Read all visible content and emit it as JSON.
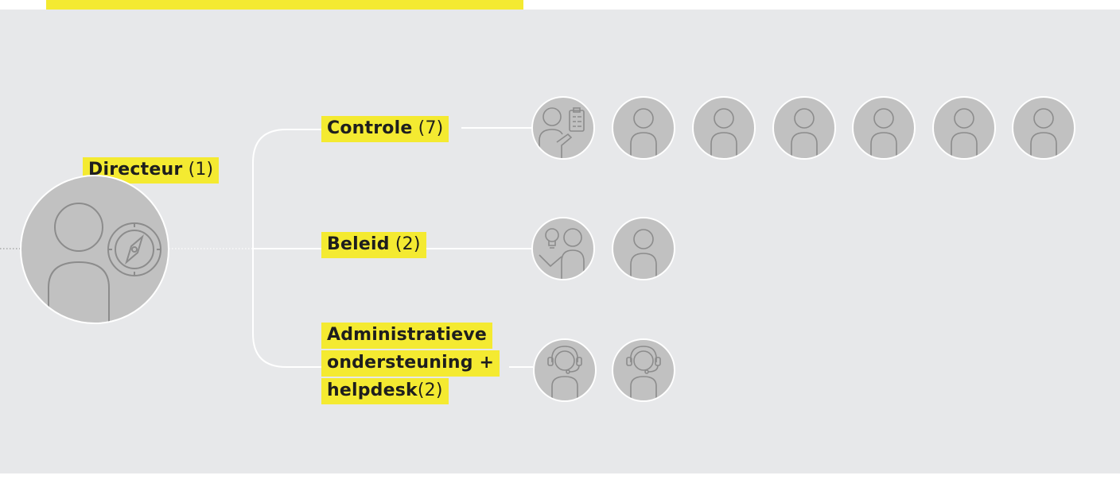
{
  "top": {
    "bar_color": "#f4ea31"
  },
  "colors": {
    "highlight": "#f4ea31",
    "panel": "#e7e8ea",
    "avatar": "#c1c1c1",
    "line": "#ffffff"
  },
  "director": {
    "title": "Directeur",
    "count": "(1)"
  },
  "groups": [
    {
      "title": "Controle",
      "count": "(7)",
      "members": 7,
      "lead_icon": "clipboard-person-icon",
      "member_icon": "person-icon"
    },
    {
      "title": "Beleid",
      "count": "(2)",
      "members": 2,
      "lead_icon": "lightbulb-person-icon",
      "member_icon": "person-icon"
    },
    {
      "title_lines": [
        "Administratieve",
        "ondersteuning +",
        "helpdesk"
      ],
      "count": "(2)",
      "members": 2,
      "lead_icon": "headset-person-icon",
      "member_icon": "headset-person-icon"
    }
  ]
}
